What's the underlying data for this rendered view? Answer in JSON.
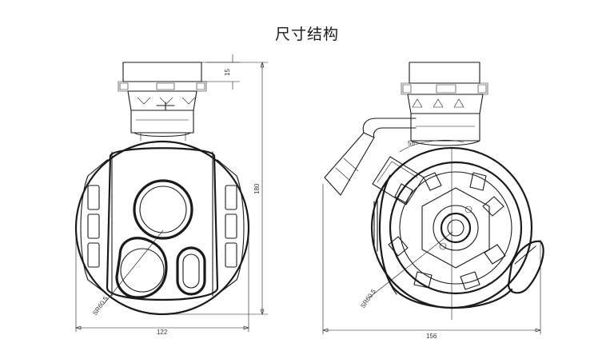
{
  "title": "尺寸结构",
  "dimensions": {
    "front_height_top": "15",
    "front_height_total": "180",
    "front_width": "122",
    "front_radius": "SR60.5",
    "side_angle": "55°",
    "side_radius": "SR60.5",
    "side_width": "156"
  }
}
